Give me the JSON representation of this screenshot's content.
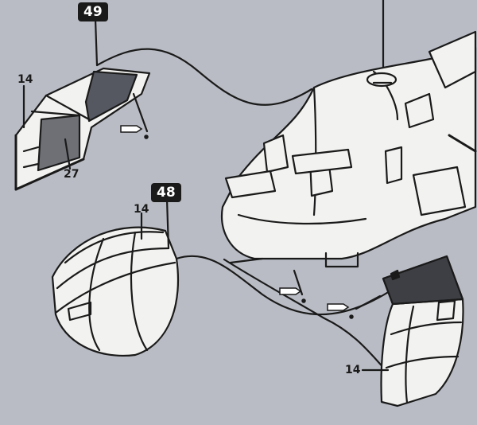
{
  "steps": [
    {
      "number": "49"
    },
    {
      "number": "48"
    }
  ],
  "part_labels": {
    "upper_left_frame": "14",
    "upper_left_window": "27",
    "nose_canopy": "14",
    "door": "14"
  },
  "icons": [
    "glue-tube-icon"
  ],
  "colors": {
    "background": "#b9bcc4",
    "line": "#1a1a1a",
    "part_fill": "#f2f2f0",
    "clear_part": "#6e7076"
  }
}
